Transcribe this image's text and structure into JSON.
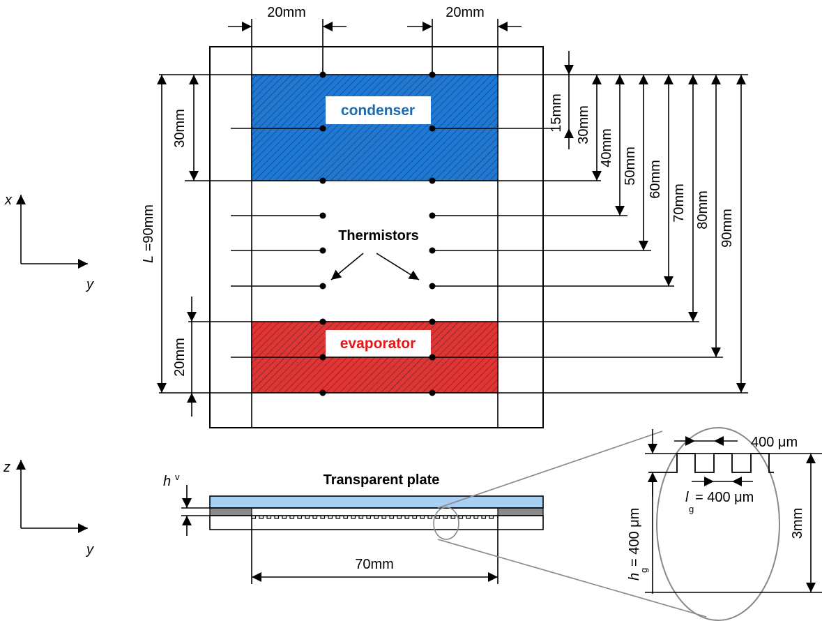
{
  "top_dims": {
    "left": "20mm",
    "right": "20mm"
  },
  "zones": {
    "condenser": {
      "label": "condenser",
      "color": "#1f78d4",
      "label_color": "#1f6bb0"
    },
    "evaporator": {
      "label": "evaporator",
      "color": "#e03535",
      "label_color": "#e01818"
    }
  },
  "thermistors_label": "Thermistors",
  "left_dims": {
    "condenser_len": "30mm",
    "evaporator_len": "20mm",
    "total_L": "L",
    "total_eq": " =90mm"
  },
  "right_dims": [
    "15mm",
    "30mm",
    "40mm",
    "50mm",
    "60mm",
    "70mm",
    "80mm",
    "90mm"
  ],
  "axes_top": {
    "vertical": "x",
    "horizontal": "y"
  },
  "axes_bottom": {
    "vertical": "z",
    "horizontal": "y"
  },
  "side_view": {
    "title": "Transparent plate",
    "hv": "h",
    "hv_sub": "v",
    "width": "70mm",
    "plate_color": "#a9cff2",
    "spacer_color": "#8a8a8a"
  },
  "detail": {
    "pitch": "400 μm",
    "lg": "l",
    "lg_sub": "g",
    "lg_value": " = 400 μm",
    "hg": "h",
    "hg_sub": "g",
    "hg_value": " = 400 μm",
    "height": "3mm"
  }
}
